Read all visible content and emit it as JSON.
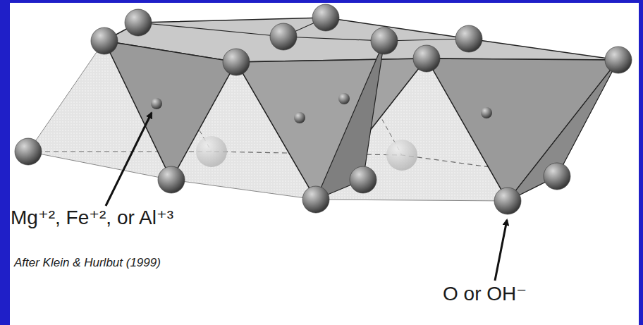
{
  "diagram": {
    "labels": [
      "Mg⁺², Fe⁺², or Al⁺³",
      "After Klein & Hurlbut (1999)",
      "O or OH⁻"
    ]
  }
}
